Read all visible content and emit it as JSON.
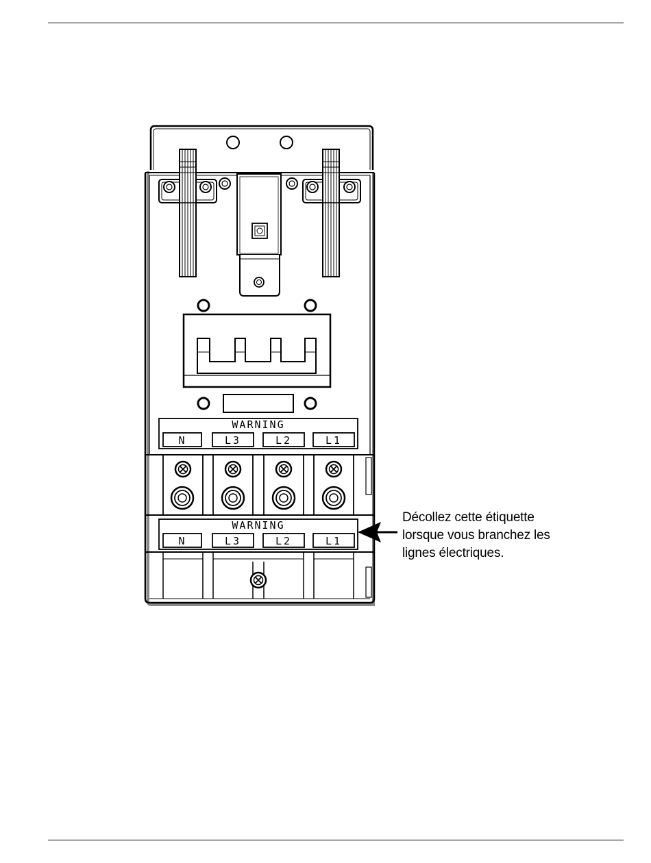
{
  "diagram": {
    "upper_label": {
      "warning": "WARNING",
      "terminals": [
        "N",
        "L3",
        "L2",
        "L1"
      ]
    },
    "lower_label": {
      "warning": "WARNING",
      "terminals": [
        "N",
        "L3",
        "L2",
        "L1"
      ]
    },
    "callout": {
      "lines": [
        "Décollez cette étiquette",
        "lorsque vous branchez les",
        "lignes électriques."
      ]
    }
  }
}
